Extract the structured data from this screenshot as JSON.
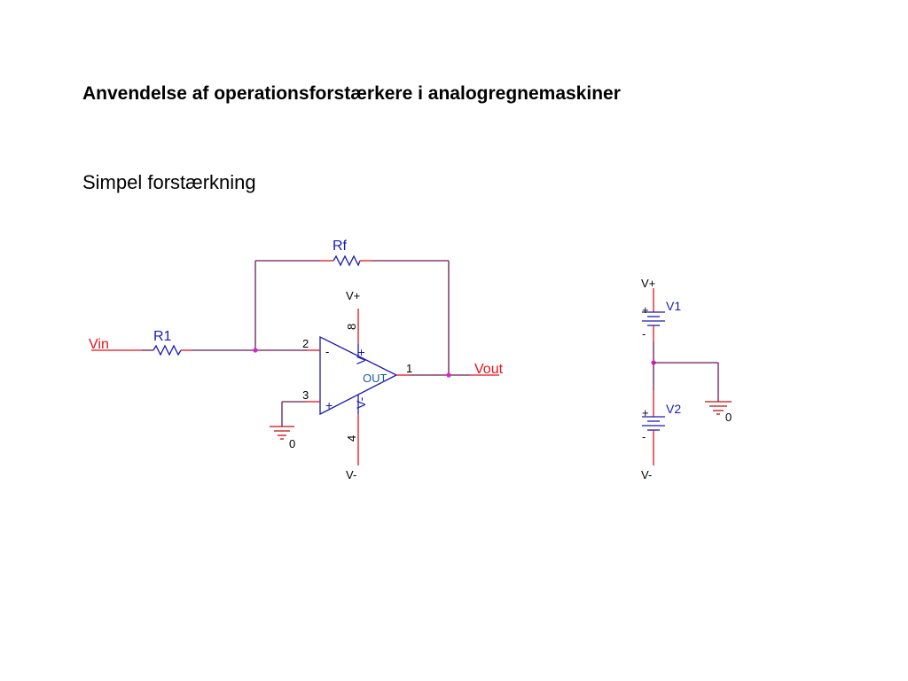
{
  "title": "Anvendelse af operationsforstærkere i analogregnemaskiner",
  "subtitle": "Simpel forstærkning",
  "colors": {
    "wire": "#6b1a4e",
    "component": "#1a1ab4",
    "net_label": "#e2121b",
    "node_dot": "#e020d0"
  },
  "circuit": {
    "input_label": "Vin",
    "output_label": "Vout",
    "r1_label": "R1",
    "rf_label": "Rf",
    "pin_inv": "2",
    "pin_noninv": "3",
    "pin_out": "1",
    "pin_vpos": "8",
    "pin_vneg": "4",
    "sign_minus": "-",
    "sign_plus": "+",
    "out_text": "OUT",
    "vpos_inner": "V+",
    "vneg_inner": "V-",
    "supply_pos": "V+",
    "supply_neg": "V-",
    "ground_label": "0"
  },
  "supply": {
    "v1_label": "V1",
    "v2_label": "V2",
    "plus": "+",
    "minus": "-",
    "top_label": "V+",
    "bottom_label": "V-",
    "ground_label": "0"
  }
}
